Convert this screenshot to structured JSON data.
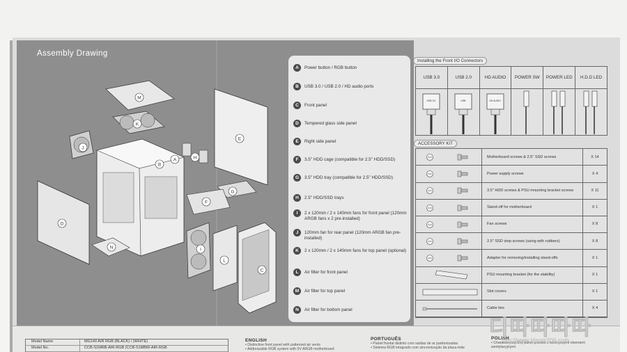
{
  "document": {
    "title": "Assembly Drawing",
    "legend": [
      {
        "key": "A",
        "text": "Power button / RGB button"
      },
      {
        "key": "B",
        "text": "USB 3.0 / USB 2.0 / HD audio ports"
      },
      {
        "key": "C",
        "text": "Front panel"
      },
      {
        "key": "D",
        "text": "Tempered glass side panel"
      },
      {
        "key": "E",
        "text": "Right side panel"
      },
      {
        "key": "F",
        "text": "3.5\" HDD cage (compatible for 2.5\" HDD/SSD)"
      },
      {
        "key": "G",
        "text": "3.5\" HDD tray (compatible for 2.5\" HDD/SSD)"
      },
      {
        "key": "H",
        "text": "2.5\" HDD/SSD trays"
      },
      {
        "key": "I",
        "text": "2 x 120mm / 2 x 140mm fans for front panel (120mm ARGB fans x 2 pre-installed)"
      },
      {
        "key": "J",
        "text": "120mm fan for rear panel (120mm ARGB fan pre-installed)"
      },
      {
        "key": "K",
        "text": "2 x 120mm / 2 x 140mm fans for top panel (optional)"
      },
      {
        "key": "L",
        "text": "Air filter for front panel"
      },
      {
        "key": "M",
        "text": "Air filter for top panel"
      },
      {
        "key": "N",
        "text": "Air filter for bottom panel"
      }
    ],
    "io_section": {
      "label": "Installing the Front I/O Connectors",
      "columns": [
        "USB 3.0",
        "USB 2.0",
        "HD AUDIO",
        "POWER SW",
        "POWER LED",
        "H.D.D LED"
      ],
      "connector_labels": [
        "USB 3.0",
        "USB",
        "HD AUDIO"
      ]
    },
    "accessory_section": {
      "label": "ACCESSORY KIT",
      "rows": [
        {
          "desc": "Motherboard screws & 2.5\" SSD screws",
          "qty": "X 14"
        },
        {
          "desc": "Power supply screws",
          "qty": "X 4"
        },
        {
          "desc": "3.5\" HDD screws & PSU mounting bracket screws",
          "qty": "X 11"
        },
        {
          "desc": "Stand-off for motherboard",
          "qty": "X 1"
        },
        {
          "desc": "Fan screws",
          "qty": "X 8"
        },
        {
          "desc": "2.5\" SSD step screws (using with rubbers)",
          "qty": "X 8"
        },
        {
          "desc": "Adapter for removing/installing stand-offs",
          "qty": "X 1"
        },
        {
          "desc": "PSU mounting bracket (for the stability)",
          "qty": "X 1"
        },
        {
          "desc": "Slot covers",
          "qty": "X 1"
        },
        {
          "desc": "Cable ties",
          "qty": "X 4"
        }
      ]
    },
    "spec_table": [
      {
        "k": "Model Name",
        "v": "MG140 AIR RGB (BLACK) / (WHITE)"
      },
      {
        "k": "Model No.",
        "v": "CCB-S1MRB-AIR-RGB (CCB-S1MBW-AIR-RGB"
      }
    ],
    "languages": [
      {
        "name": "ENGLISH",
        "lines": [
          "• Distinctive front panel with patterned air vents",
          "• Addressable RGB system with 5V ARGB motherboard"
        ]
      },
      {
        "name": "PORTUGUÊS",
        "lines": [
          "• Painel frontal distinto com saídas de ar padronizadas",
          "• Sistema RGB integrado com sincronização da placa-mãe"
        ]
      },
      {
        "name": "POLISH",
        "lines": [
          "• Charakterystyczny panel przedni z wzorzystymi otworami",
          "wentylacyjnymi"
        ]
      }
    ],
    "watermark": {
      "brand": "디따따따따",
      "url": "http://www.ldsom209.com"
    }
  }
}
